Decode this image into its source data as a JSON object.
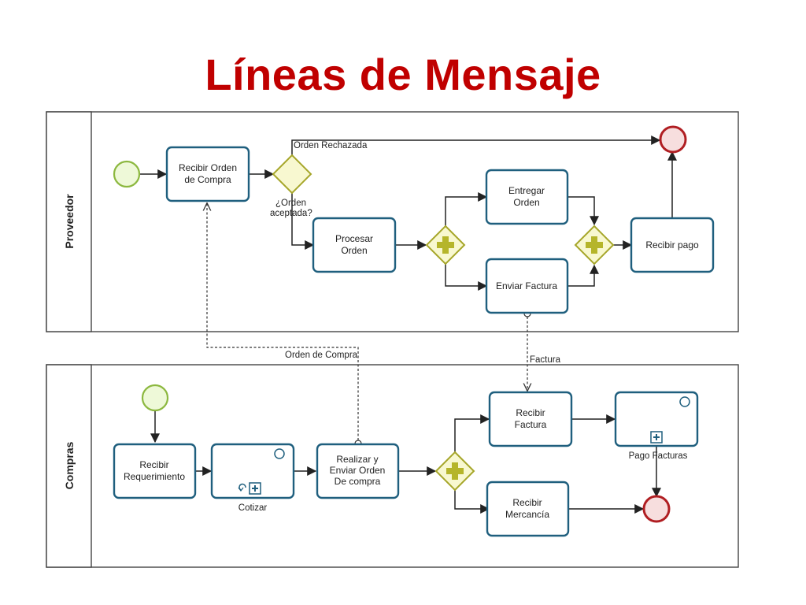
{
  "title": "Líneas de Mensaje",
  "lanes": {
    "proveedor": "Proveedor",
    "compras": "Compras"
  },
  "tasks": {
    "recibir_orden": [
      "Recibir Orden",
      "de Compra"
    ],
    "procesar_orden": [
      "Procesar",
      "Orden"
    ],
    "entregar_orden": [
      "Entregar",
      "Orden"
    ],
    "enviar_factura": [
      "Enviar Factura"
    ],
    "recibir_pago": [
      "Recibir pago"
    ],
    "recibir_requerimiento": [
      "Recibir",
      "Requerimiento"
    ],
    "realizar_orden": [
      "Realizar y",
      "Enviar Orden",
      "De compra"
    ],
    "recibir_factura": [
      "Recibir",
      "Factura"
    ],
    "recibir_mercancia": [
      "Recibir",
      "Mercancía"
    ]
  },
  "subprocesses": {
    "cotizar": "Cotizar",
    "pago_facturas": "Pago Facturas"
  },
  "labels": {
    "orden_rechazada": "Orden Rechazada",
    "orden_aceptada_1": "¿Orden",
    "orden_aceptada_2": "aceptada?",
    "orden_de_compra": "Orden de Compra",
    "factura": "Factura"
  },
  "colors": {
    "title": "#c00000",
    "task_border": "#1f5f7e",
    "start_event": "#8cb83f",
    "end_event": "#b01e22",
    "gateway": "#a6a62a"
  }
}
